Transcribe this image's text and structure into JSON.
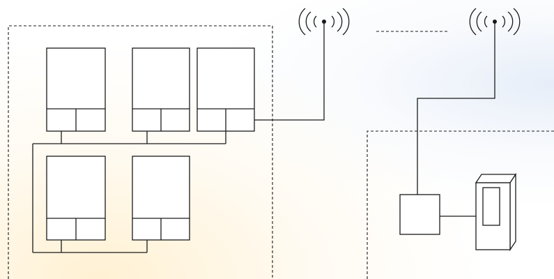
{
  "diagram": {
    "type": "network-topology",
    "colors": {
      "stroke": "#1a1a1a",
      "fill": "#ffffff"
    },
    "groups": [
      {
        "id": "left-site",
        "border": "dashed"
      },
      {
        "id": "right-site",
        "border": "dashed"
      }
    ],
    "nodes": [
      {
        "id": "device-1",
        "kind": "cabinet-with-two-modules"
      },
      {
        "id": "device-2",
        "kind": "cabinet-with-two-modules"
      },
      {
        "id": "device-3",
        "kind": "cabinet-with-two-modules"
      },
      {
        "id": "device-4",
        "kind": "cabinet-with-two-modules"
      },
      {
        "id": "device-5",
        "kind": "cabinet-with-two-modules"
      },
      {
        "id": "antenna-left",
        "kind": "wireless-antenna"
      },
      {
        "id": "antenna-right",
        "kind": "wireless-antenna"
      },
      {
        "id": "terminal-box",
        "kind": "square-box"
      },
      {
        "id": "server-tower",
        "kind": "3d-tower"
      }
    ],
    "links": [
      {
        "from": "device-1",
        "to": "device-3",
        "style": "solid"
      },
      {
        "from": "device-2",
        "to": "device-3",
        "style": "solid"
      },
      {
        "from": "device-4",
        "to": "device-5",
        "style": "solid"
      },
      {
        "from": "device-3",
        "to": "antenna-left",
        "style": "solid"
      },
      {
        "from": "antenna-left",
        "to": "antenna-right",
        "style": "dashed"
      },
      {
        "from": "antenna-right",
        "to": "terminal-box",
        "style": "solid"
      },
      {
        "from": "terminal-box",
        "to": "server-tower",
        "style": "solid"
      }
    ]
  }
}
